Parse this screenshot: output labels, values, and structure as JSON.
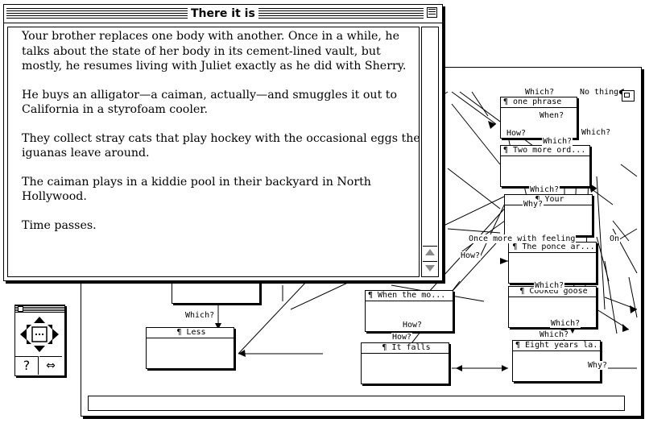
{
  "text_window": {
    "title": "There it is",
    "paragraphs": [
      "Your brother replaces one body with another.  Once in a while, he talks about the state of her body in its cement-lined vault, but mostly, he resumes living with Juliet exactly as he did with Sherry.",
      "He buys an alligator—a caiman, actually—and smuggles it out to California in a styrofoam cooler.",
      "They collect stray cats that play hockey with the occasional eggs the iguanas leave around.",
      "The caiman plays in a kiddie pool in their backyard in North Hollywood.",
      "Time passes."
    ]
  },
  "map_window": {
    "nodes": [
      {
        "title": "¶ one phrase"
      },
      {
        "title": "¶ Two more ord..."
      },
      {
        "title": "¶ Your"
      },
      {
        "title": "¶ The ponce ar..."
      },
      {
        "title": "¶ When the mo..."
      },
      {
        "title": "¶ Cooked goose"
      },
      {
        "title": "¶ It falls"
      },
      {
        "title": "¶ Eight years la..."
      },
      {
        "title": "¶ Less"
      }
    ],
    "link_labels": {
      "which_top": "Which?",
      "nothing": "No thing",
      "when": "When?",
      "how_1": "How?",
      "which_2": "Which?",
      "which_3": "Which?",
      "which_4": "Which?",
      "why_1": "Why?",
      "once_more": "Once more with feeling",
      "on": "On",
      "how_2": "How?",
      "which_5": "Which?",
      "which_6": "Which?",
      "how_3": "How?",
      "how_4": "How?",
      "which_7": "Which?",
      "which_8": "Which?",
      "why_2": "Why?"
    }
  },
  "palette": {
    "help_glyph": "?",
    "swap_glyph": "⇔"
  }
}
